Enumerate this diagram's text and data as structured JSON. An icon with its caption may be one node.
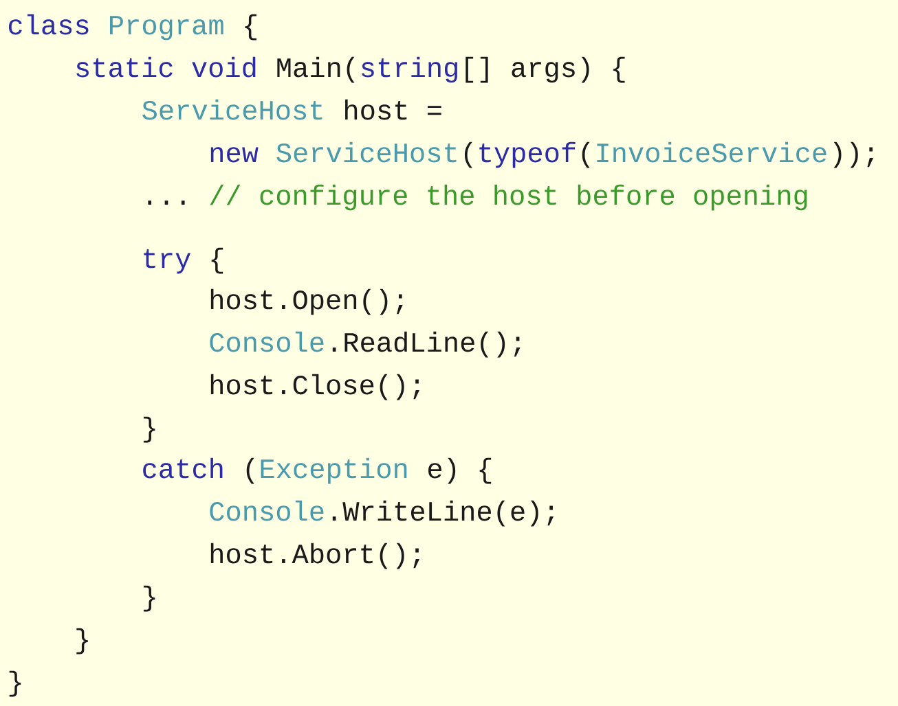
{
  "diagram": {
    "labels": [
      "class",
      "Program",
      "{",
      "static void",
      "Main(",
      "string",
      "[] args) {",
      "ServiceHost",
      "host =",
      "new",
      "ServiceHost",
      "(",
      "typeof",
      "(",
      "InvoiceService",
      "));",
      "...",
      "// configure the host before opening",
      "try",
      "{",
      "host.Open();",
      "Console",
      ".ReadLine();",
      "host.Close();",
      "}",
      "catch",
      "(",
      "Exception",
      "e) {",
      "Console",
      ".WriteLine(e);",
      "host.Abort();",
      "}",
      "}",
      "}"
    ]
  }
}
